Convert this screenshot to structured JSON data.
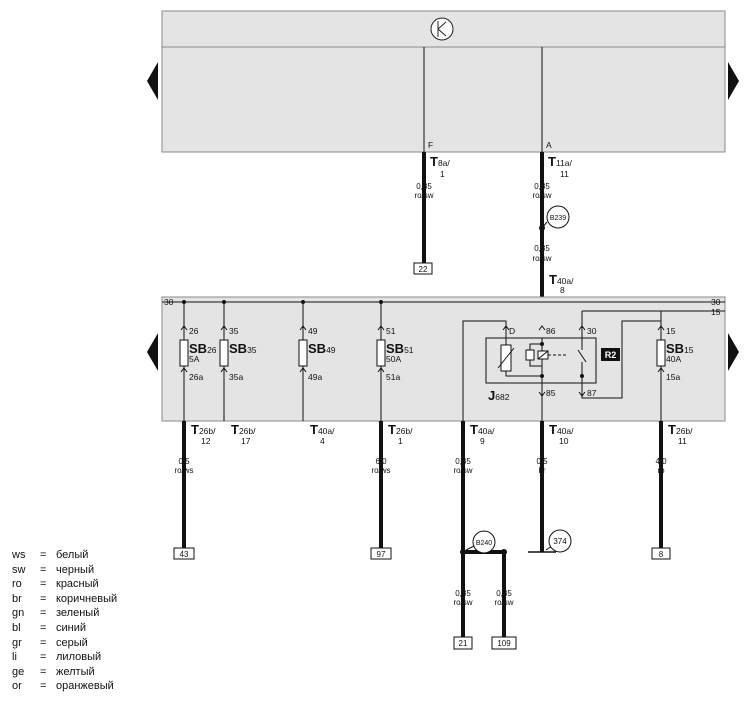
{
  "symbols": {
    "top_panel_icon": "clock-dial-icon",
    "side_markers": "triangle-arrow-icon"
  },
  "colors": {
    "panel_fill": "#e4e4e4",
    "panel_stroke": "#8a8a8a",
    "wire": "#111111",
    "text": "#111111"
  },
  "bus": {
    "left_label_30": "30",
    "right_label_30": "30",
    "right_label_15": "15"
  },
  "top_module": {
    "pins": [
      {
        "letter": "F",
        "conn": "T",
        "conn_sub": "8a/",
        "pin": "1",
        "gauge": "0,35",
        "color": "ro/sw",
        "dest": "22"
      },
      {
        "letter": "A",
        "conn": "T",
        "conn_sub": "11a/",
        "pin": "11",
        "gauge": "0,35",
        "color": "ro/sw",
        "splice": "B239",
        "gauge2": "0,35",
        "color2": "ro/sw",
        "entry_conn": "T",
        "entry_sub": "40a/",
        "entry_pin": "8"
      }
    ]
  },
  "fuses": [
    {
      "top": "26",
      "name": "SB",
      "sub": "26",
      "rating": "5A",
      "bottom": "26a"
    },
    {
      "top": "35",
      "name": "SB",
      "sub": "35",
      "rating": "",
      "bottom": "35a"
    },
    {
      "top": "49",
      "name": "SB",
      "sub": "49",
      "rating": "",
      "bottom": "49a"
    },
    {
      "top": "51",
      "name": "SB",
      "sub": "51",
      "rating": "50A",
      "bottom": "51a"
    },
    {
      "top": "15",
      "name": "SB",
      "sub": "15",
      "rating": "40A",
      "bottom": "15a"
    }
  ],
  "relay": {
    "name": "J",
    "sub": "682",
    "badge": "R2",
    "pin_d": "D",
    "pin_86": "86",
    "pin_30": "30",
    "pin_85": "85",
    "pin_87": "87"
  },
  "bottom_wires": [
    {
      "conn": "T",
      "conn_sub": "26b/",
      "pin": "12",
      "gauge": "0,5",
      "color": "ro/ws",
      "dest": "43"
    },
    {
      "conn": "T",
      "conn_sub": "26b/",
      "pin": "17"
    },
    {
      "conn": "T",
      "conn_sub": "40a/",
      "pin": "4"
    },
    {
      "conn": "T",
      "conn_sub": "26b/",
      "pin": "1",
      "gauge": "6,0",
      "color": "ro/ws",
      "dest": "97"
    },
    {
      "conn": "T",
      "conn_sub": "40a/",
      "pin": "9",
      "gauge": "0,35",
      "color": "ro/sw",
      "splice": "B240",
      "branch_a": {
        "gauge": "0,35",
        "color": "ro/sw",
        "dest": "21"
      },
      "branch_b": {
        "gauge": "0,35",
        "color": "ro/sw",
        "dest": "109"
      }
    },
    {
      "conn": "T",
      "conn_sub": "40a/",
      "pin": "10",
      "gauge": "0,5",
      "color": "br",
      "ground": "374"
    },
    {
      "conn": "T",
      "conn_sub": "26b/",
      "pin": "11",
      "gauge": "4,0",
      "color": "ro",
      "dest": "8"
    }
  ],
  "legend": [
    {
      "code": "ws",
      "eq": "=",
      "name": "белый"
    },
    {
      "code": "sw",
      "eq": "=",
      "name": "черный"
    },
    {
      "code": "ro",
      "eq": "=",
      "name": "красный"
    },
    {
      "code": "br",
      "eq": "=",
      "name": "коричневый"
    },
    {
      "code": "gn",
      "eq": "=",
      "name": "зеленый"
    },
    {
      "code": "bl",
      "eq": "=",
      "name": "синий"
    },
    {
      "code": "gr",
      "eq": "=",
      "name": "серый"
    },
    {
      "code": "li",
      "eq": "=",
      "name": "лиловый"
    },
    {
      "code": "ge",
      "eq": "=",
      "name": "желтый"
    },
    {
      "code": "or",
      "eq": "=",
      "name": "оранжевый"
    }
  ]
}
